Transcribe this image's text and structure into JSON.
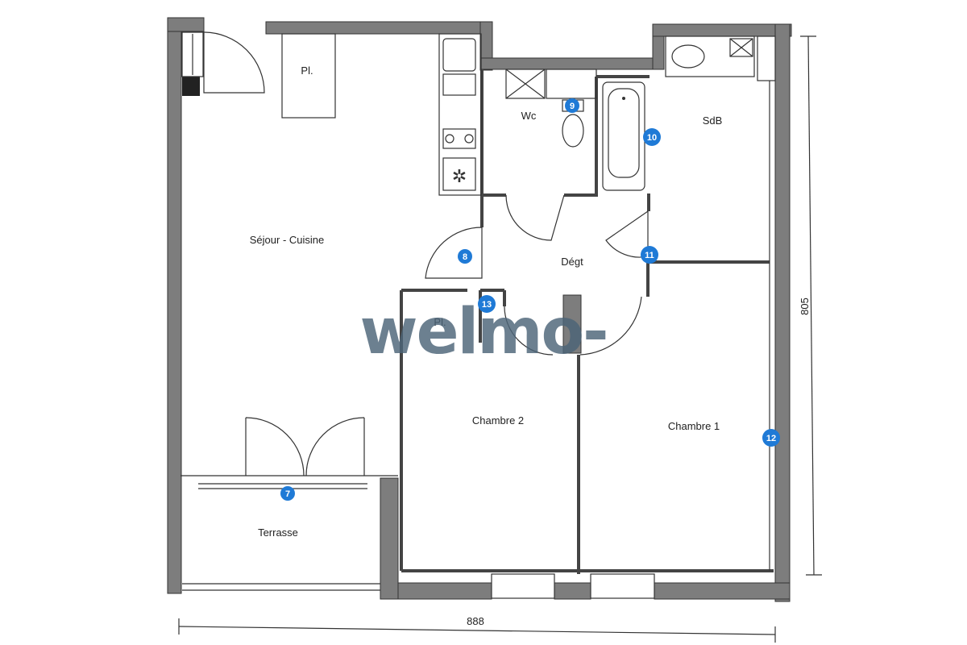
{
  "rooms": {
    "sejour": "Séjour - Cuisine",
    "wc": "Wc",
    "sdb": "SdB",
    "degt": "Dégt",
    "placard_sejour": "Pl.",
    "placard_degt": "Pl.",
    "chambre2": "Chambre 2",
    "chambre1": "Chambre 1",
    "terrasse": "Terrasse"
  },
  "dimensions": {
    "width": "888",
    "height": "805"
  },
  "markers": [
    "7",
    "8",
    "9",
    "10",
    "11",
    "12",
    "13"
  ],
  "watermark": "welmo-",
  "colors": {
    "marker": "#1f7ad6",
    "wall": "#7d7d7d",
    "watermark": "#4c6478"
  }
}
